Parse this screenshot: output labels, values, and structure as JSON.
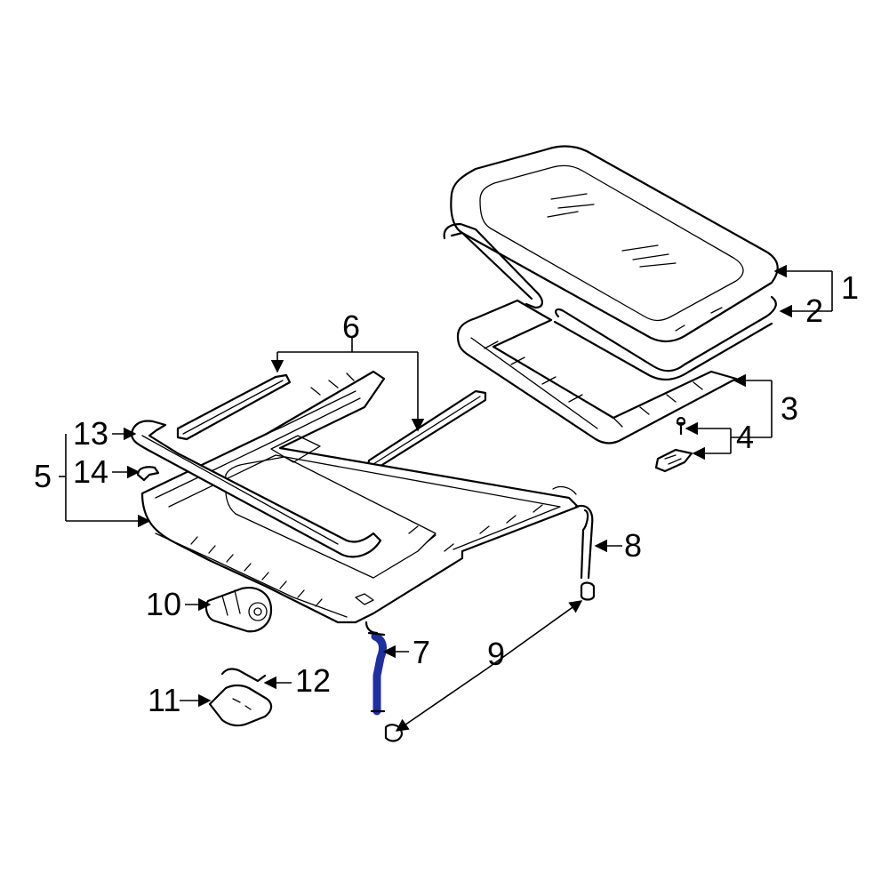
{
  "diagram": {
    "highlight_color": "#1e2fa0",
    "callouts": [
      "1",
      "2",
      "3",
      "4",
      "5",
      "6",
      "7",
      "8",
      "9",
      "10",
      "11",
      "12",
      "13",
      "14"
    ]
  }
}
